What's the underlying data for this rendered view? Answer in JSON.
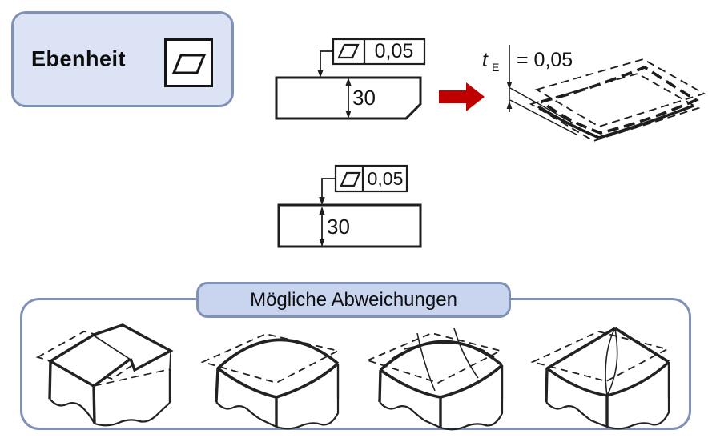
{
  "header": {
    "title": "Ebenheit",
    "symbol_icon": "flatness-parallelogram-icon"
  },
  "callout_top": {
    "tolerance": "0,05",
    "dimension": "30"
  },
  "callout_middle": {
    "tolerance": "0,05",
    "dimension": "30"
  },
  "tolerance_zone": {
    "symbol": "t",
    "subscript": "E",
    "value": "= 0,05",
    "arrow_icon": "red-block-arrow-icon"
  },
  "deviations": {
    "label": "Mögliche Abweichungen",
    "sketches": [
      {
        "name": "step-deviation-sketch"
      },
      {
        "name": "cylindrical-crown-deviation-sketch"
      },
      {
        "name": "dome-deviation-sketch"
      },
      {
        "name": "ridge-twist-deviation-sketch"
      }
    ]
  },
  "colors": {
    "panel_fill": "#dbe3f4",
    "label_fill": "#c9d4ef",
    "panel_border": "#8091b8",
    "arrow_red": "#c00000",
    "ink": "#141414"
  }
}
